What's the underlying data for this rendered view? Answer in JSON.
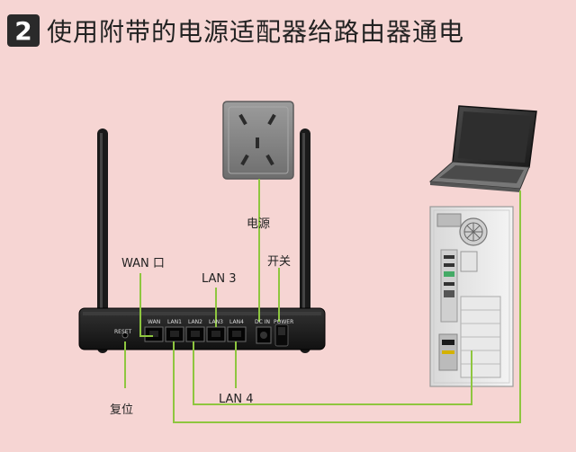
{
  "header": {
    "step_number": "2",
    "title": "使用附带的电源适配器给路由器通电"
  },
  "labels": {
    "power": "电源",
    "switch": "开关",
    "wan": "WAN 口",
    "lan3": "LAN 3",
    "lan4": "LAN 4",
    "reset": "复位"
  },
  "router_ports": {
    "reset": "RESET",
    "wan": "WAN",
    "lan1": "LAN1",
    "lan2": "LAN2",
    "lan3": "LAN3",
    "lan4": "LAN4",
    "dc": "DC IN",
    "power": "POWER"
  },
  "colors": {
    "background": "#f6d5d3",
    "cable": "#8ec63f",
    "router_body": "#1e1e1e",
    "outlet": "#8a8a8a"
  }
}
